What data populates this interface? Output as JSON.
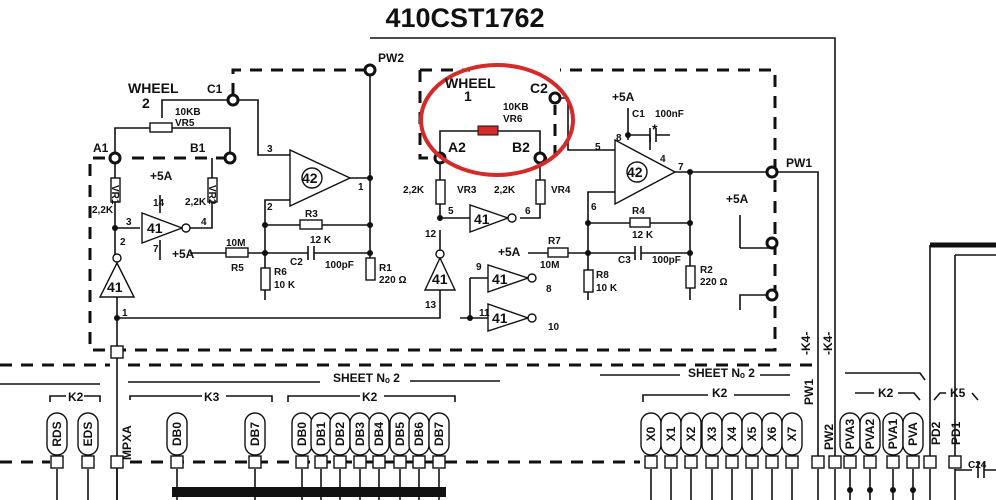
{
  "title": "410CST1762",
  "highlight_color": "#d42a2a",
  "wheel2": {
    "label": "WHEEL",
    "num": "2",
    "pot_value": "10KB",
    "pot_name": "VR5",
    "a": "A1",
    "b": "B1",
    "c": "C1"
  },
  "wheel1": {
    "label": "WHEEL",
    "num": "1",
    "pot_value": "10KB",
    "pot_name": "VR6",
    "a": "A2",
    "b": "B2",
    "c": "C2"
  },
  "left_circuit": {
    "vr1": "VR1",
    "vr1_val": "2,2K",
    "vr2": "VR2",
    "vr2_val": "2,2K",
    "supply": "+5A",
    "gate": "41",
    "buffer": "41",
    "opamp": "42",
    "pins": {
      "p14": "14",
      "p3": "3",
      "p4": "4",
      "p7": "7",
      "p2": "2",
      "p1": "1",
      "op3": "3",
      "op2": "2",
      "op1": "1"
    },
    "r3": "R3",
    "r3_val": "12 K",
    "c2": "C2",
    "c2_val": "100pF",
    "r5": "R5",
    "r5_val": "10M",
    "r5_supply": "+5A",
    "r6": "R6",
    "r6_val": "10 K",
    "r1": "R1",
    "r1_val": "220 Ω",
    "pw2": "PW2"
  },
  "right_circuit": {
    "vr3": "VR3",
    "vr3_val": "2,2K",
    "vr4": "VR4",
    "vr4_val": "2,2K",
    "gate": "41",
    "buffer": "41",
    "gate_b": "41",
    "gate_c": "41",
    "opamp": "42",
    "pins": {
      "p5": "5",
      "p6": "6",
      "p12": "12",
      "p13": "13",
      "p9": "9",
      "p8": "8",
      "p11": "11",
      "p10": "10",
      "op5": "5",
      "op6": "6",
      "op8": "8",
      "op4": "4",
      "op7": "7"
    },
    "supply": "+5A",
    "c1": "C1",
    "c1_val": "100nF",
    "star": "*",
    "r4": "R4",
    "r4_val": "12 K",
    "c3": "C3",
    "c3_val": "100pF",
    "r7": "R7",
    "r7_val": "10M",
    "r7_supply": "+5A",
    "r8": "R8",
    "r8_val": "10 K",
    "r2": "R2",
    "r2_val": "220 Ω",
    "pw1": "PW1",
    "supply2": "+5A"
  },
  "bus": {
    "sheet_left": "SHEET Nₒ 2",
    "sheet_right": "SHEET Nₒ 2",
    "k2_left": "K2",
    "k3": "K3",
    "k2_mid": "K2",
    "k2_x": "K2",
    "k2_pva": "K2",
    "k5": "K5",
    "k4_a": "-K4-",
    "k4_b": "-K4-",
    "mpxa": "MPXA",
    "pw1": "PW1",
    "pw2": "PW2",
    "pd2": "PD2",
    "pd1": "PD1",
    "c24": "C24",
    "pins_left": [
      "RDS",
      "EDS"
    ],
    "pins_k3": [
      "DB0",
      "DB7"
    ],
    "pins_k2": [
      "DB0",
      "DB1",
      "DB2",
      "DB3",
      "DB4",
      "DB5",
      "DB6",
      "DB7"
    ],
    "pins_x": [
      "X0",
      "X1",
      "X2",
      "X3",
      "X4",
      "X5",
      "X6",
      "X7"
    ],
    "pins_pva": [
      "PVA3",
      "PVA2",
      "PVA1",
      "PVA"
    ]
  }
}
